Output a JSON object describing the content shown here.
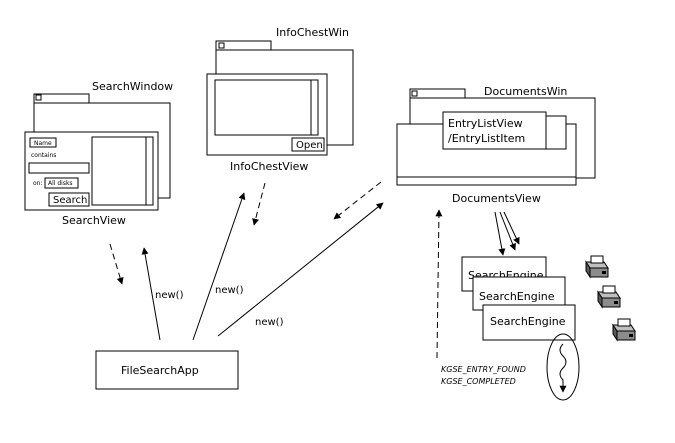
{
  "windows": {
    "search_window_title": "SearchWindow",
    "search_view_label": "SearchView",
    "infochest_window_title": "InfoChestWin",
    "infochest_view_label": "InfoChestView",
    "documents_window_title": "DocumentsWin",
    "documents_view_label": "DocumentsView"
  },
  "search_form": {
    "name_label": "Name",
    "contains_label": "contains",
    "on_label": "on:",
    "disks_value": "All disks",
    "search_button": "Search"
  },
  "infochest_form": {
    "open_button": "Open"
  },
  "documents_list": {
    "line1": "EntryListView",
    "line2": "/EntryListItem"
  },
  "app": {
    "label": "FileSearchApp"
  },
  "edges": {
    "new_left": "new()",
    "new_middle": "new()",
    "new_right": "new()"
  },
  "engines": {
    "labels": [
      "SearchEngine",
      "SearchEngine",
      "SearchEngine"
    ]
  },
  "events": {
    "entry_found": "KGSE_ENTRY_FOUND",
    "completed": "KGSE_COMPLETED"
  },
  "icons": {
    "printer": "printer-icon"
  }
}
